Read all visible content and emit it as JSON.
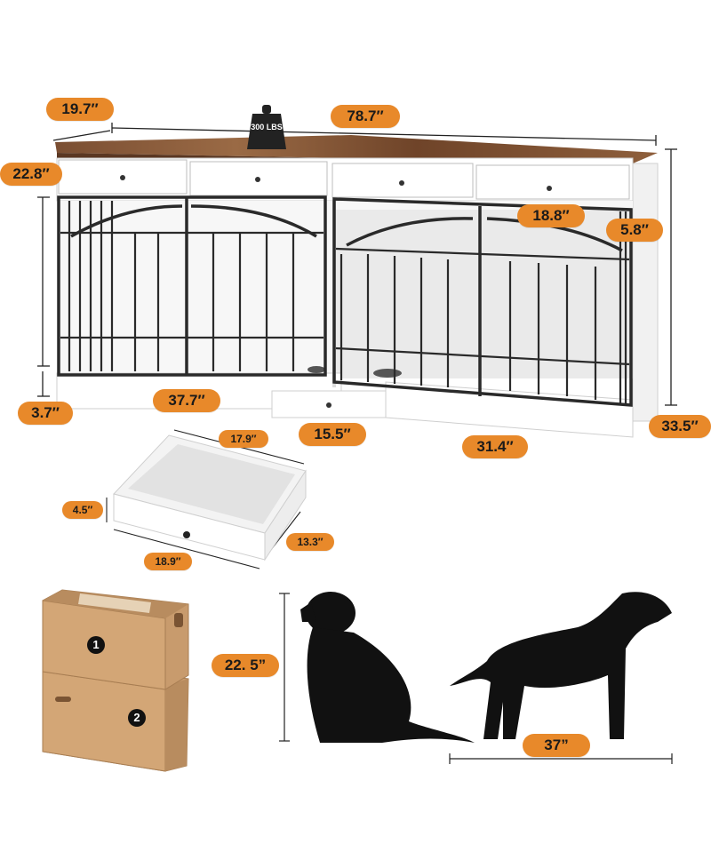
{
  "weight_capacity": "300 LBS",
  "dimensions": {
    "overall_length": "78.7″",
    "depth": "19.7″",
    "top_height": "22.8″",
    "drawer_width_top": "18.8″",
    "drawer_height_top": "5.8″",
    "base_height": "3.7″",
    "left_cage_width": "37.7″",
    "center_drawer_width": "15.5″",
    "right_cage_width": "31.4″",
    "total_height": "33.5″"
  },
  "drawer_detail": {
    "inner_width": "17.9″",
    "height": "4.5″",
    "outer_width": "18.9″",
    "depth": "13.3″"
  },
  "packages": {
    "box_1": "1",
    "box_2": "2"
  },
  "dog_sizes": {
    "height": "22. 5”",
    "length": "37”"
  },
  "colors": {
    "label_fill": "#e8892a",
    "wood_top": "#8a5a3a",
    "cabinet": "#ffffff",
    "metal": "#2a2a2a",
    "cardboard": "#c89b6d"
  }
}
